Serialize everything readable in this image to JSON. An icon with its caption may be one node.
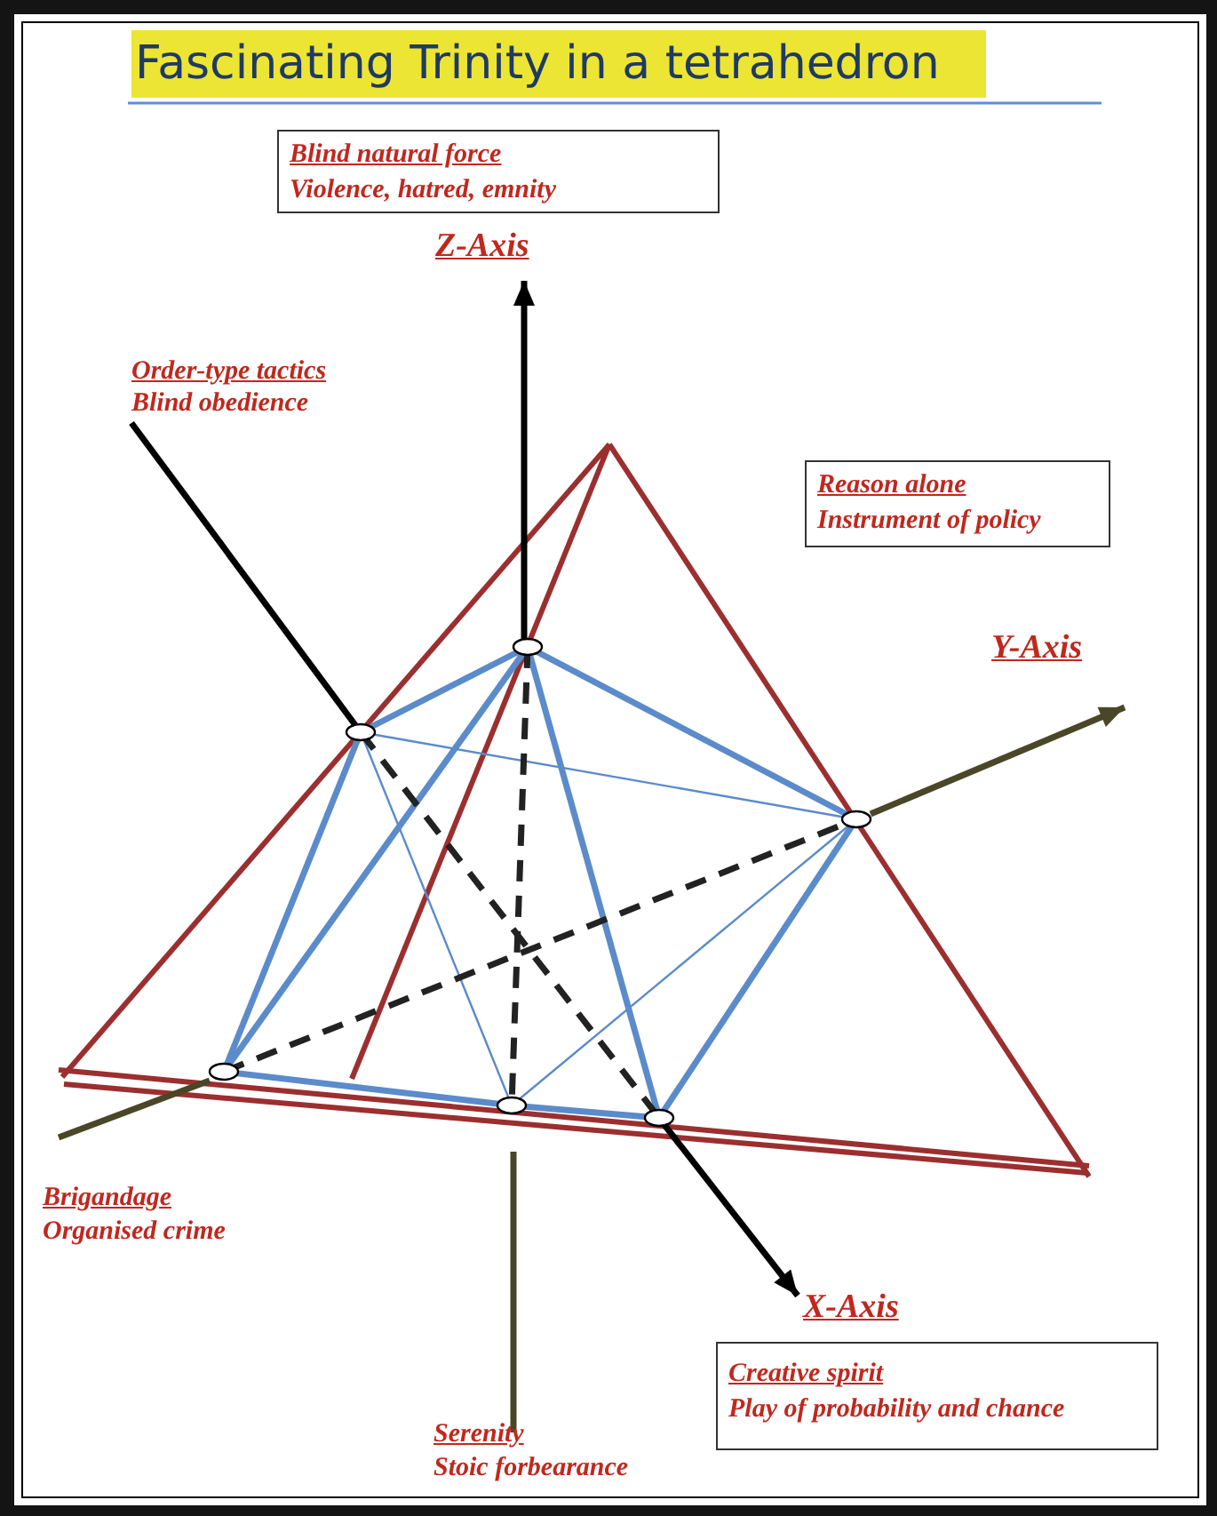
{
  "diagram": {
    "title": "Fascinating Trinity in a tetrahedron",
    "nodes": [
      {
        "text": [
          "Blind natural force",
          "Violence, hatred, emnity"
        ]
      },
      {
        "text": [
          "Reason alone",
          "Instrument of policy"
        ]
      },
      {
        "text": [
          "Creative spirit",
          "Play of probability and chance"
        ]
      }
    ],
    "labels": [
      "Z-Axis",
      "Order-type tactics",
      "Blind obedience",
      "Y-Axis",
      "Brigandage",
      "Organised crime",
      "X-Axis",
      "Serenity",
      "Stoic forbearance"
    ]
  }
}
